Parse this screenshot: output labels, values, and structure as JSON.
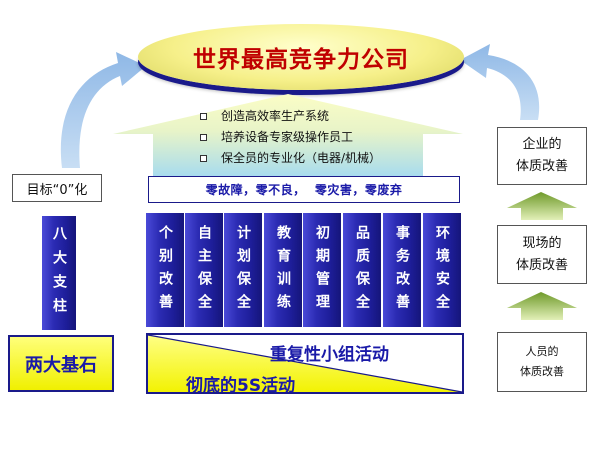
{
  "goal": {
    "label": "世界最高竞争力公司"
  },
  "roof": {
    "items": [
      "创造高效率生产系统",
      "培养设备专家级操作员工",
      "保全员的专业化（电器/机械）"
    ]
  },
  "zero_banner": {
    "label": "零故障，零不良，  零灾害，零废弃"
  },
  "zero_target": {
    "label": "目标“0”化"
  },
  "left_pillar": {
    "label": "八大支柱"
  },
  "pillars": [
    {
      "label": "个别改善"
    },
    {
      "label": "自主保全"
    },
    {
      "label": "计划保全"
    },
    {
      "label": "教育训练"
    },
    {
      "label": "初期管理"
    },
    {
      "label": "品质保全"
    },
    {
      "label": "事务改善"
    },
    {
      "label": "环境安全"
    }
  ],
  "left_base": {
    "label": "两大基石"
  },
  "base": {
    "top_label": "重复性小组活动",
    "bottom_label": "彻底的5S活动"
  },
  "right_boxes": [
    {
      "line1": "企业的",
      "line2": "体质改善"
    },
    {
      "line1": "现场的",
      "line2": "体质改善"
    },
    {
      "line1": "人员的",
      "line2": "体质改善"
    }
  ],
  "colors": {
    "primary_blue": "#1a1a8a",
    "goal_text": "#c00000",
    "yellow": "#ffff33",
    "arrow_blue": "#9ec4ea",
    "arrow_green": "#a6c35a"
  }
}
